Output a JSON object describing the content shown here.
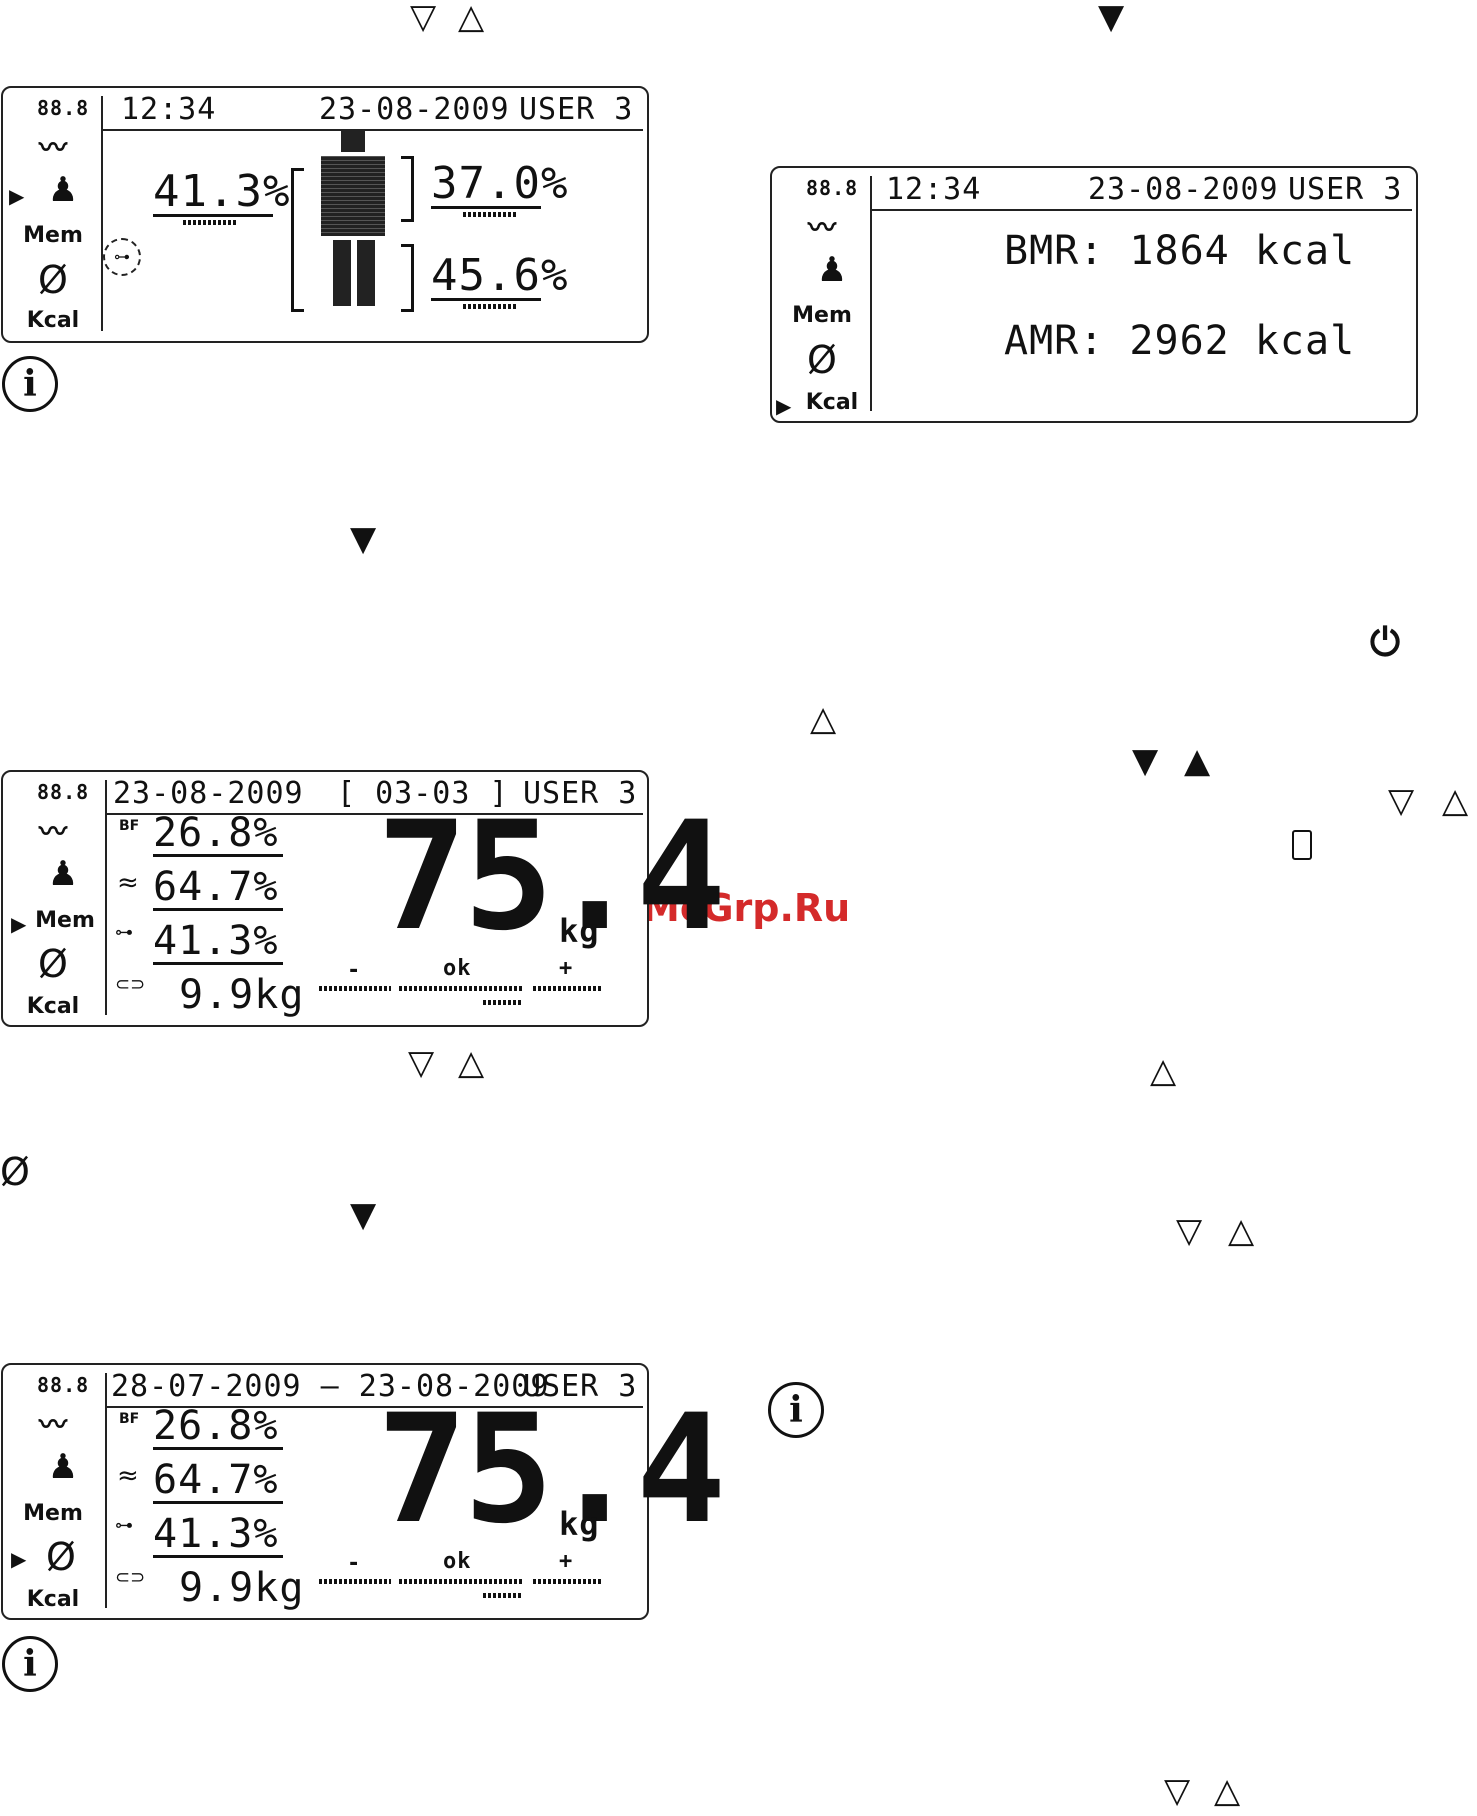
{
  "nav_symbols": {
    "down_outline": "▽",
    "up_outline": "△",
    "down_filled": "▼",
    "up_filled": "▲",
    "power": "⏻",
    "info": "i",
    "average": "Ø"
  },
  "watermark": "McGrp.Ru",
  "display1": {
    "segment_test": "88.8",
    "time": "12:34",
    "date": "23-08-2009",
    "user": "USER  3",
    "side": {
      "mem": "Mem",
      "avg": "Ø",
      "kcal": "Kcal"
    },
    "left_value": "41.3%",
    "upper_right_value": "37.0%",
    "lower_right_value": "45.6%"
  },
  "display2": {
    "segment_test": "88.8",
    "time": "12:34",
    "date": "23-08-2009",
    "user": "USER  3",
    "side": {
      "mem": "Mem",
      "avg": "Ø",
      "kcal": "Kcal"
    },
    "bmr": "BMR: 1864 kcal",
    "amr": "AMR: 2962 kcal"
  },
  "display3": {
    "segment_test": "88.8",
    "date": "23-08-2009",
    "memory": "[ 03-03 ]",
    "user": "USER  3",
    "side": {
      "mem": "Mem",
      "avg": "Ø",
      "kcal": "Kcal"
    },
    "bf_label": "BF",
    "water_symbol": "≈",
    "rows": [
      "26.8%",
      "64.7%",
      "41.3%",
      "9.9kg"
    ],
    "weight": "75.4",
    "unit": "kg",
    "scale": {
      "minus": "-",
      "ok": "ok",
      "plus": "+"
    }
  },
  "display4": {
    "segment_test": "88.8",
    "range": "28-07-2009 — 23-08-2009",
    "user": "USER  3",
    "side": {
      "mem": "Mem",
      "avg": "Ø",
      "kcal": "Kcal"
    },
    "bf_label": "BF",
    "water_symbol": "≈",
    "rows": [
      "26.8%",
      "64.7%",
      "41.3%",
      "9.9kg"
    ],
    "weight": "75.4",
    "unit": "kg",
    "scale": {
      "minus": "-",
      "ok": "ok",
      "plus": "+"
    }
  }
}
